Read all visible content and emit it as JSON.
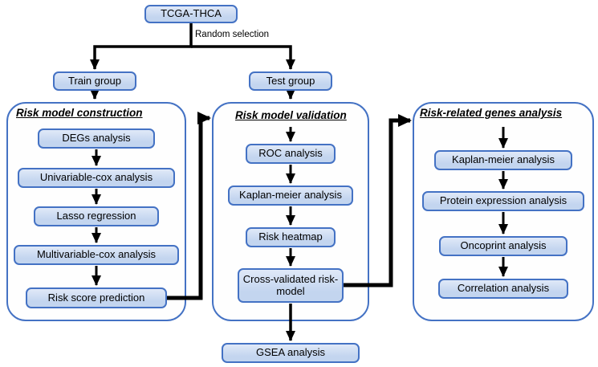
{
  "flow": {
    "root_label": "TCGA-THCA",
    "selection_label": "Random selection",
    "train_label": "Train group",
    "test_label": "Test group",
    "gsea_label": "GSEA analysis",
    "panels": {
      "construction": {
        "title": "Risk model construction",
        "items": [
          "DEGs analysis",
          "Univariable-cox analysis",
          "Lasso regression",
          "Multivariable-cox analysis",
          "Risk score prediction"
        ]
      },
      "validation": {
        "title": "Risk model validation",
        "items": [
          "ROC analysis",
          "Kaplan-meier analysis",
          "Risk heatmap",
          "Cross-validated risk-model"
        ]
      },
      "genes": {
        "title": "Risk-related genes analysis",
        "items": [
          "Kaplan-meier analysis",
          "Protein expression analysis",
          "Oncoprint analysis",
          "Correlation analysis"
        ]
      }
    },
    "colors": {
      "box_fill": "#c3d5ef",
      "box_border": "#4472c4",
      "panel_border": "#4472c4",
      "arrow": "#000000"
    }
  }
}
